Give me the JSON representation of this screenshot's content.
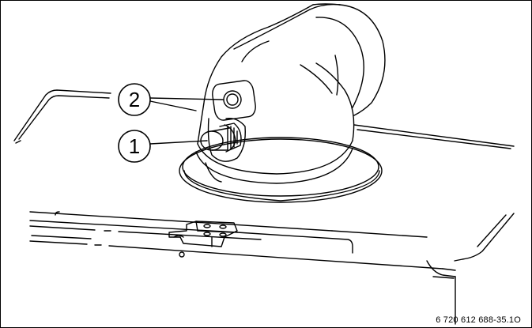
{
  "figure": {
    "callouts": [
      {
        "id": "1",
        "label": "1"
      },
      {
        "id": "2",
        "label": "2"
      }
    ],
    "reference_code": "6 720 612 688-35.1O"
  },
  "colors": {
    "line": "#000000",
    "background": "#ffffff"
  }
}
